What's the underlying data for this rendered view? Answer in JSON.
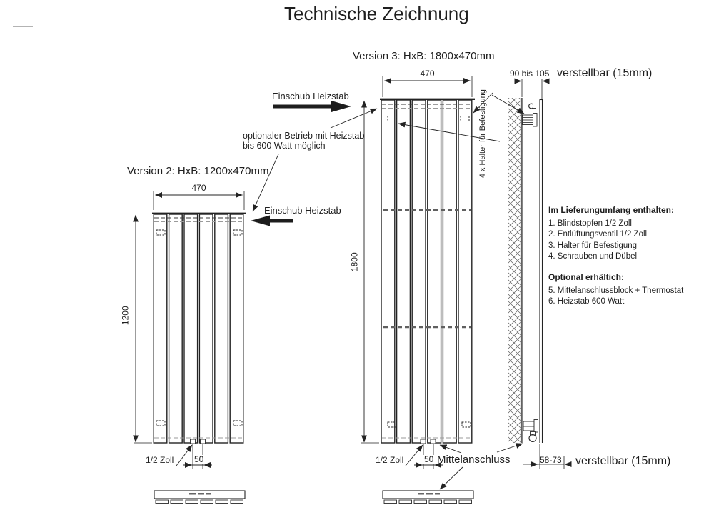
{
  "title": "Technische Zeichnung",
  "ink_color": "#1f1f1f",
  "version3": {
    "label": "Version 3: HxB: 1800x470mm",
    "width_dim": "470",
    "height_dim": "1800"
  },
  "version2": {
    "label": "Version 2: HxB: 1200x470mm",
    "width_dim": "470",
    "height_dim": "1200"
  },
  "labels": {
    "einschub_top": "Einschub Heizstab",
    "einschub_side": "Einschub Heizstab",
    "optional_line1": "optionaler Betrieb mit Heizstab",
    "optional_line2": "bis 600 Watt möglich",
    "halter": "4 x Halter für Befestigung",
    "mittelanschluss": "Mittelanschluss",
    "half_zoll_v2": "1/2 Zoll",
    "half_zoll_v3": "1/2 Zoll",
    "spacing_v2": "50",
    "spacing_v3": "50",
    "wall_top_dim": "90 bis 105",
    "adjust_top": "verstellbar (15mm)",
    "wall_bottom_dim": "58-73",
    "adjust_bottom": "verstellbar (15mm)"
  },
  "parts": {
    "included_heading": "Im Lieferungumfang enthalten:",
    "included": [
      "1. Blindstopfen 1/2 Zoll",
      "2. Entlüftungsventil 1/2 Zoll",
      "3. Halter für Befestigung",
      "4. Schrauben und Dübel"
    ],
    "optional_heading": "Optional erhältich:",
    "optional": [
      "5. Mittelanschlussblock + Thermostat",
      "6. Heizstab 600 Watt"
    ]
  }
}
